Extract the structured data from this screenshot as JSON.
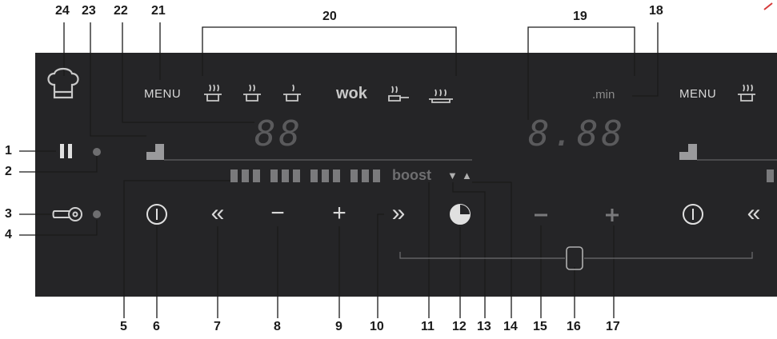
{
  "callouts": {
    "c1": "1",
    "c2": "2",
    "c3": "3",
    "c4": "4",
    "c5": "5",
    "c6": "6",
    "c7": "7",
    "c8": "8",
    "c9": "9",
    "c10": "10",
    "c11": "11",
    "c12": "12",
    "c13": "13",
    "c14": "14",
    "c15": "15",
    "c16": "16",
    "c17": "17",
    "c18": "18",
    "c19": "19",
    "c20": "20",
    "c21": "21",
    "c22": "22",
    "c23": "23",
    "c24": "24"
  },
  "panel": {
    "menu_left": "MENU",
    "menu_right": "MENU",
    "wok_label": "wok",
    "min_label": ".min",
    "boost_label": "boost",
    "power_display": "88",
    "timer_display": "8.88",
    "pause_symbol": "II",
    "back_symbol": "«",
    "forward_symbol": "»",
    "minus_symbol": "−",
    "plus_symbol": "+",
    "down_arrow": "▼",
    "up_arrow": "▲"
  },
  "colors": {
    "panel_bg": "#252527",
    "symbol": "#c8c8c8",
    "dim": "#5a5a5c",
    "accent_red": "#d63a3a"
  }
}
